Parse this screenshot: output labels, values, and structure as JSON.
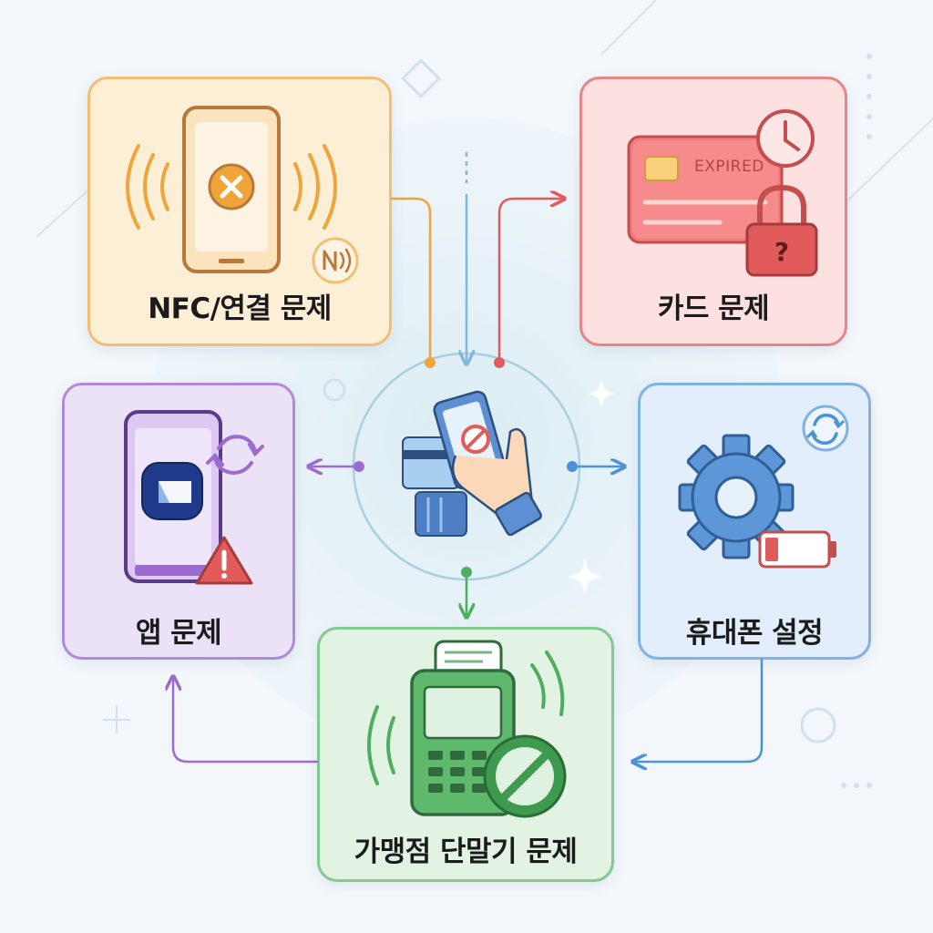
{
  "cards": {
    "nfc": {
      "label": "NFC/연결 문제"
    },
    "card": {
      "label": "카드 문제",
      "badge": "EXPIRED"
    },
    "app": {
      "label": "앱 문제"
    },
    "phone": {
      "label": "휴대폰 설정"
    },
    "pos": {
      "label": "가맹점 단말기 문제"
    }
  },
  "colors": {
    "nfc": "#f0a53a",
    "card": "#e25b5b",
    "app": "#9b6bd0",
    "phone": "#4b93d8",
    "pos": "#4fae5e"
  }
}
